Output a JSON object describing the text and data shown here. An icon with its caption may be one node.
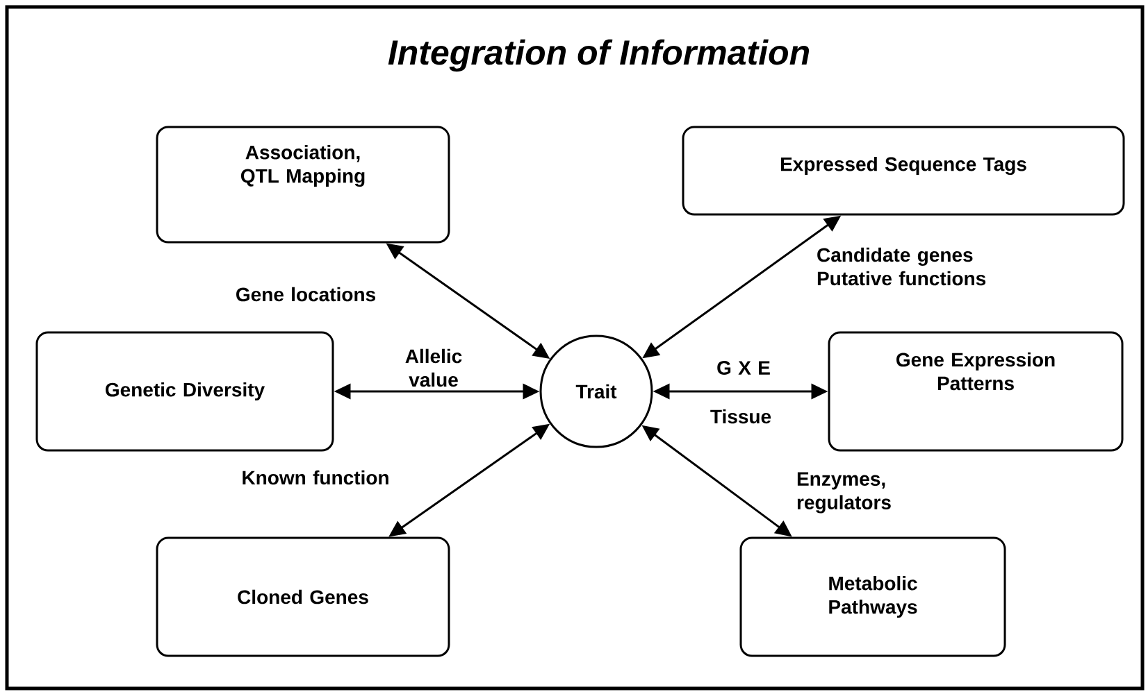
{
  "diagram": {
    "title": "Integration of Information",
    "nodes": [
      {
        "text": [
          "Association, QTL Mapping"
        ]
      },
      {
        "text": [
          "Expressed Sequence Tags"
        ]
      },
      {
        "text": [
          "Genetic Diversity"
        ]
      },
      {
        "text": [
          "Trait"
        ]
      },
      {
        "text": [
          "Gene Expression Patterns"
        ]
      },
      {
        "text": [
          "Cloned Genes"
        ]
      },
      {
        "text": [
          "Metabolic Pathways"
        ]
      }
    ],
    "edges": [
      {
        "from": 3,
        "to": 0,
        "arrow": "both",
        "label": "Gene locations"
      },
      {
        "from": 3,
        "to": 1,
        "arrow": "both",
        "label": "Candidate genes Putative functions"
      },
      {
        "from": 3,
        "to": 2,
        "arrow": "both",
        "label": "Allelic value"
      },
      {
        "from": 3,
        "to": 4,
        "arrow": "both",
        "label": "G X E"
      },
      {
        "from": 3,
        "to": 5,
        "arrow": "both",
        "label": "Known function"
      },
      {
        "from": 3,
        "to": 6,
        "arrow": "both",
        "label": "Enzymes, regulators"
      }
    ],
    "labels": [
      "Tissue"
    ]
  }
}
